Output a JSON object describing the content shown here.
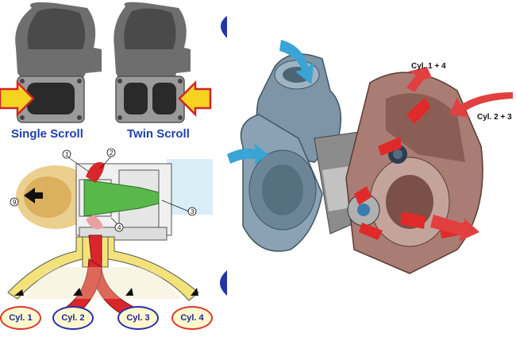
{
  "captions": {
    "single": "Single Scroll",
    "twin": "Twin Scroll"
  },
  "callouts": [
    "1",
    "2",
    "3",
    "4",
    "9"
  ],
  "cylinders": [
    "Cyl. 1",
    "Cyl. 2",
    "Cyl. 3",
    "Cyl. 4"
  ],
  "right_labels": {
    "cyl14": "Cyl. 1 + 4",
    "cyl23": "Cyl. 2 + 3"
  },
  "colors": {
    "caption": "#1f3fae",
    "hot_exhaust": "#d9262b",
    "cold_exhaust": "#f3e27a",
    "intake": "#3a9fd1",
    "oval_blue": "#2a2fa8",
    "oval_red": "#d93a2a"
  }
}
